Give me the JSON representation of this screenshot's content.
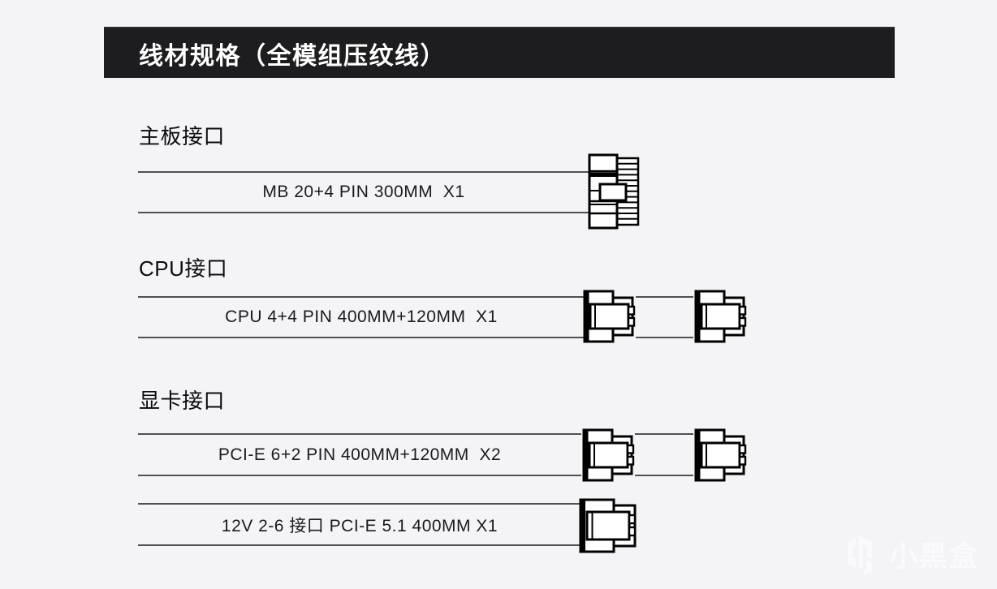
{
  "header": {
    "title": "线材规格（全模组压纹线）"
  },
  "sections": {
    "motherboard": {
      "label": "主板接口",
      "cable": {
        "spec": "MB 20+4 PIN 300MM  X1",
        "connector": "atx-24pin",
        "connectors_shown": 1
      }
    },
    "cpu": {
      "label": "CPU接口",
      "cable": {
        "spec": "CPU 4+4 PIN 400MM+120MM  X1",
        "connector": "cpu-4plus4-pin",
        "connectors_shown": 2
      }
    },
    "gpu": {
      "label": "显卡接口",
      "cable_pcie": {
        "spec": "PCI-E 6+2 PIN 400MM+120MM  X2",
        "connector": "pcie-6plus2-pin",
        "connectors_shown": 2
      },
      "cable_12v": {
        "spec": "12V 2-6 接口 PCI-E 5.1 400MM X1",
        "connector": "12v-2x6",
        "connectors_shown": 1
      }
    }
  },
  "watermark": {
    "text": "小黑盒",
    "logo": "heybox-logo"
  },
  "colors": {
    "background": "#f4f4f6",
    "header_bg": "#1d1d1f",
    "header_text": "#ffffff",
    "cable_line": "#4f5053",
    "spec_text": "#1b1b1d",
    "connector_stroke": "#000000",
    "watermark": "#fbfbfd"
  }
}
